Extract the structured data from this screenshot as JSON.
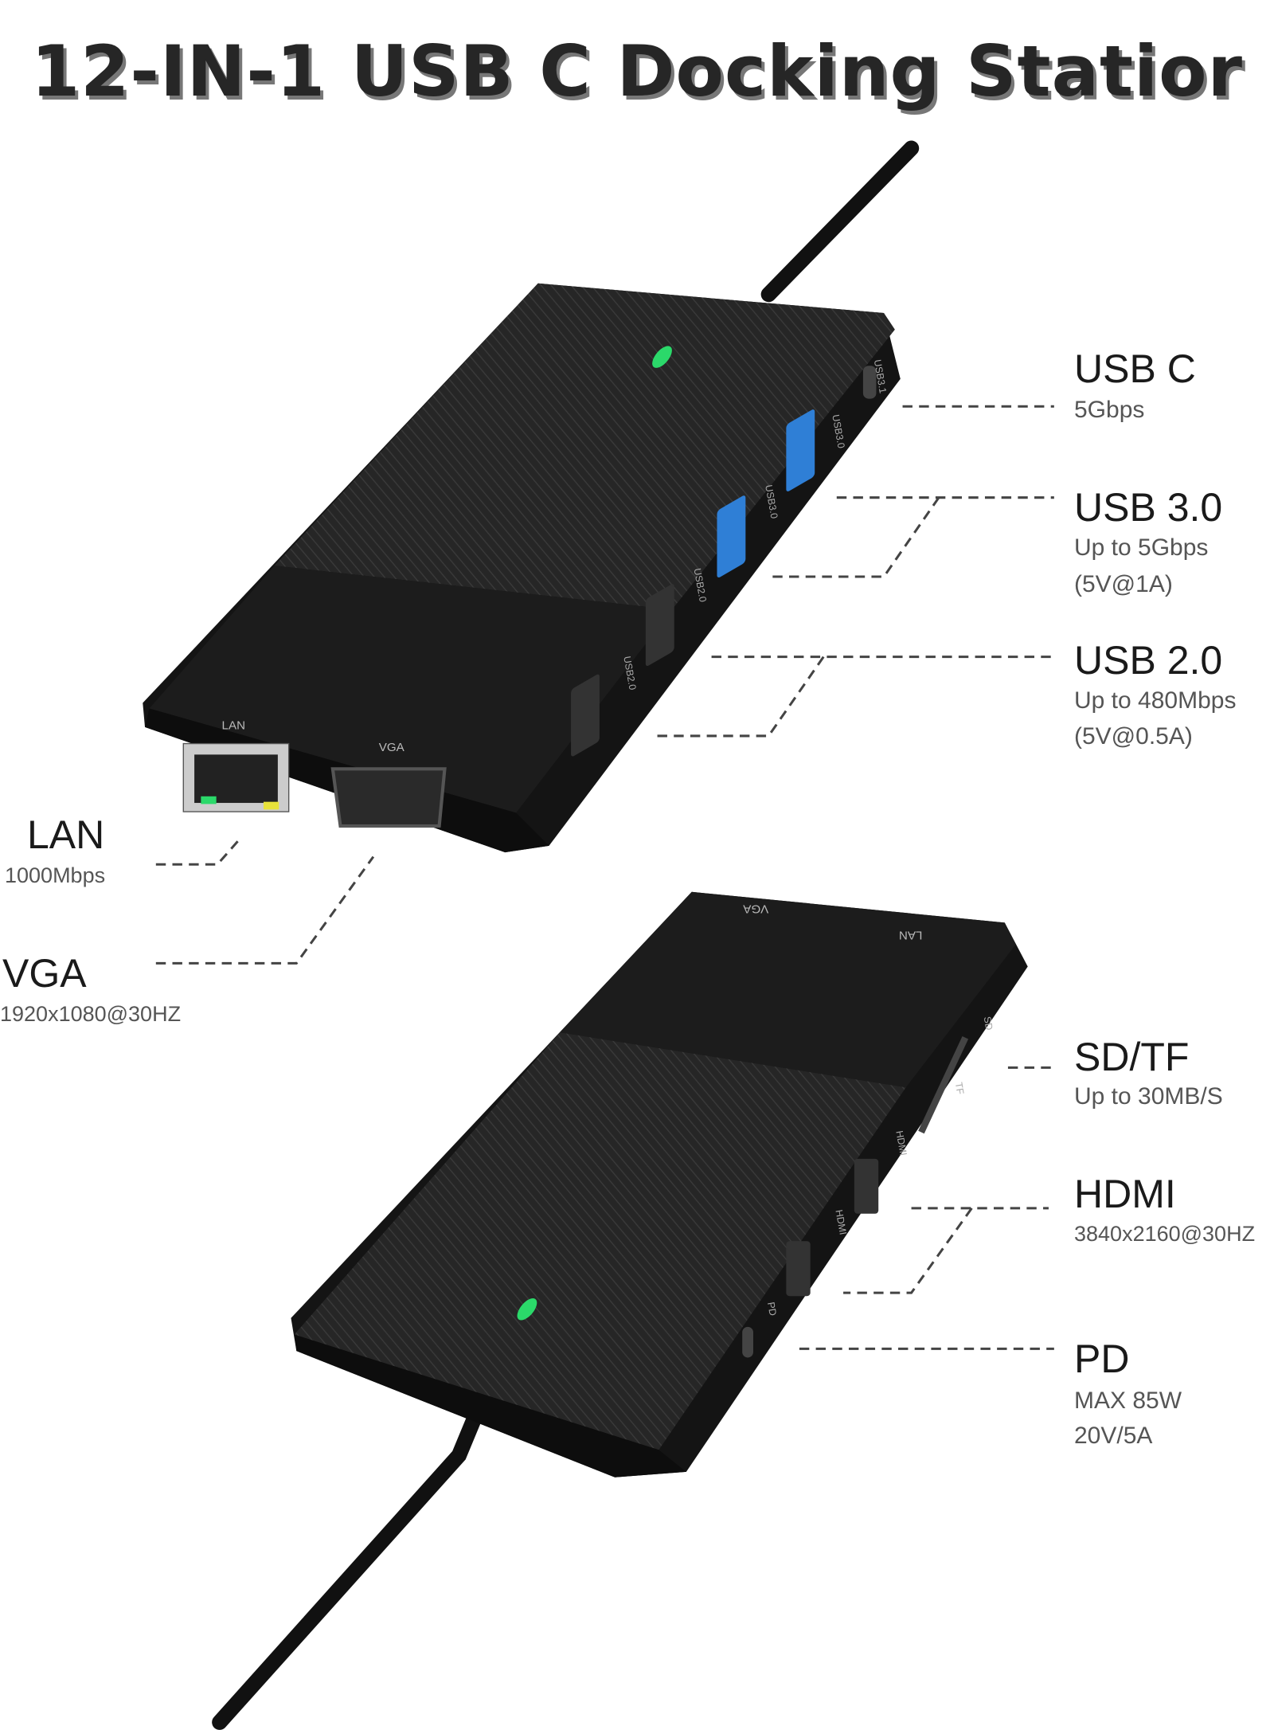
{
  "title": "12-IN-1 USB C Docking Statior",
  "labels": {
    "usb_c": {
      "name": "USB C",
      "lines": [
        "5Gbps"
      ]
    },
    "usb_30": {
      "name": "USB 3.0",
      "lines": [
        "Up to 5Gbps",
        "(5V@1A)"
      ]
    },
    "usb_20": {
      "name": "USB 2.0",
      "lines": [
        "Up to 480Mbps",
        "(5V@0.5A)"
      ]
    },
    "lan": {
      "name": "LAN",
      "lines": [
        "1000Mbps"
      ]
    },
    "vga": {
      "name": "VGA",
      "lines": [
        "1920x1080@30HZ"
      ]
    },
    "sd_tf": {
      "name": "SD/TF",
      "lines": [
        "Up to 30MB/S"
      ]
    },
    "hdmi": {
      "name": "HDMI",
      "lines": [
        "3840x2160@30HZ"
      ]
    },
    "pd": {
      "name": "PD",
      "lines": [
        "MAX 85W",
        "20V/5A"
      ]
    }
  },
  "device_markings": {
    "lan": "LAN",
    "vga": "VGA",
    "usb30": "USB3.0",
    "usb20": "USB2.0",
    "usbc": "USB3.1",
    "sd": "SD",
    "tf": "TF",
    "hdmi": "HDMI",
    "pd": "PD"
  },
  "colors": {
    "led": "#2bd96a",
    "usb3_blue": "#2f7fd6",
    "device": "#1e1e1e"
  }
}
